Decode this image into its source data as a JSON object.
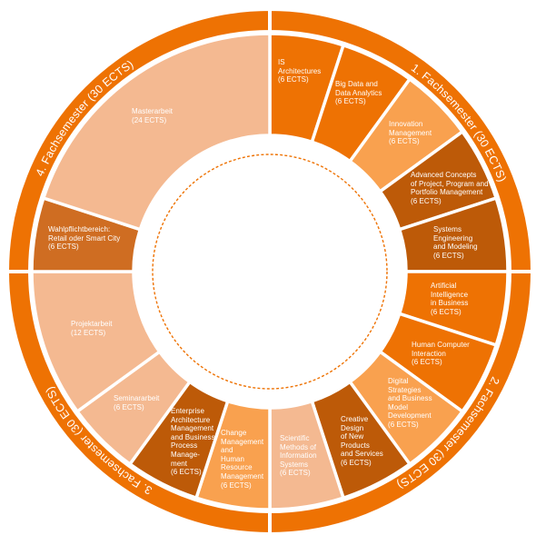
{
  "colors": {
    "bright_orange": "#EE7203",
    "light_orange": "#F9A14F",
    "dark_brown": "#BD5A08",
    "pale_peach": "#F4B991",
    "medium_brown": "#CF6D22",
    "ring": "#EE7203",
    "dashed_circle": "#EE7203",
    "gap": "#FFFFFF"
  },
  "semesters": [
    {
      "label": "1. Fachsemester (30 ECTS)",
      "start_angle": 0,
      "end_angle": 90,
      "label_center_angle": 52
    },
    {
      "label": "2. Fachsemester (30 ECTS)",
      "start_angle": 90,
      "end_angle": 180,
      "label_center_angle": 132
    },
    {
      "label": "3. Fachsemester (30 ECTS)",
      "start_angle": 180,
      "end_angle": 270,
      "label_center_angle": 225.5
    },
    {
      "label": "4. Fachsemester  (30 ECTS)",
      "start_angle": 270,
      "end_angle": 360,
      "label_center_angle": 309.5
    }
  ],
  "modules": [
    {
      "label": "IS\nArchitectures\n(6 ECTS)",
      "ects": 6,
      "semester": 1,
      "start_angle": 0,
      "end_angle": 18,
      "color": "#EE7203"
    },
    {
      "label": "Big Data and\nData Analytics\n(6 ECTS)",
      "ects": 6,
      "semester": 1,
      "start_angle": 18,
      "end_angle": 36,
      "color": "#EE7203"
    },
    {
      "label": "Innovation\nManagement\n(6 ECTS)",
      "ects": 6,
      "semester": 1,
      "start_angle": 36,
      "end_angle": 54,
      "color": "#F9A14F"
    },
    {
      "label": "Advanced Concepts\nof Project, Program and\nPortfolio Management\n(6 ECTS)",
      "ects": 6,
      "semester": 1,
      "start_angle": 54,
      "end_angle": 72,
      "color": "#BD5A08"
    },
    {
      "label": "Systems\nEngineering\nand Modeling\n(6 ECTS)",
      "ects": 6,
      "semester": 1,
      "start_angle": 72,
      "end_angle": 90,
      "color": "#BD5A08"
    },
    {
      "label": "Artificial\nIntelligence\nin Business\n(6 ECTS)",
      "ects": 6,
      "semester": 2,
      "start_angle": 90,
      "end_angle": 108,
      "color": "#EE7203"
    },
    {
      "label": "Human Computer\nInteraction\n(6 ECTS)",
      "ects": 6,
      "semester": 2,
      "start_angle": 108,
      "end_angle": 126,
      "color": "#EE7203"
    },
    {
      "label": "Digital\nStrategies\nand Business\nModel\nDevelopment\n(6 ECTS)",
      "ects": 6,
      "semester": 2,
      "start_angle": 126,
      "end_angle": 144,
      "color": "#F9A14F"
    },
    {
      "label": "Creative\nDesign\nof New\nProducts\nand Services\n(6 ECTS)",
      "ects": 6,
      "semester": 2,
      "start_angle": 144,
      "end_angle": 162,
      "color": "#BD5A08"
    },
    {
      "label": "Scientific\nMethods of\nInformation\nSystems\n(6 ECTS)",
      "ects": 6,
      "semester": 2,
      "start_angle": 162,
      "end_angle": 180,
      "color": "#F4B991"
    },
    {
      "label": "Change\nManagement\nand\nHuman\nResource\nManagement\n(6 ECTS)",
      "ects": 6,
      "semester": 3,
      "start_angle": 180,
      "end_angle": 198,
      "color": "#F9A14F"
    },
    {
      "label": "Enterprise\nArchitecture\nManagement\nand Business\nProcess\nManage-\nment\n(6 ECTS)",
      "ects": 6,
      "semester": 3,
      "start_angle": 198,
      "end_angle": 216,
      "color": "#BD5A08"
    },
    {
      "label": "Seminararbeit\n(6 ECTS)",
      "ects": 6,
      "semester": 3,
      "start_angle": 216,
      "end_angle": 234,
      "color": "#F4B991"
    },
    {
      "label": "Projektarbeit\n(12 ECTS)",
      "ects": 12,
      "semester": 3,
      "start_angle": 234,
      "end_angle": 270,
      "color": "#F4B991"
    },
    {
      "label": "Wahlpflichtbereich:\nRetail oder Smart City\n(6 ECTS)",
      "ects": 6,
      "semester": 4,
      "start_angle": 270,
      "end_angle": 288,
      "color": "#CF6D22"
    },
    {
      "label": "Masterarbeit\n(24 ECTS)",
      "ects": 24,
      "semester": 4,
      "start_angle": 288,
      "end_angle": 360,
      "color": "#F4B991"
    }
  ]
}
